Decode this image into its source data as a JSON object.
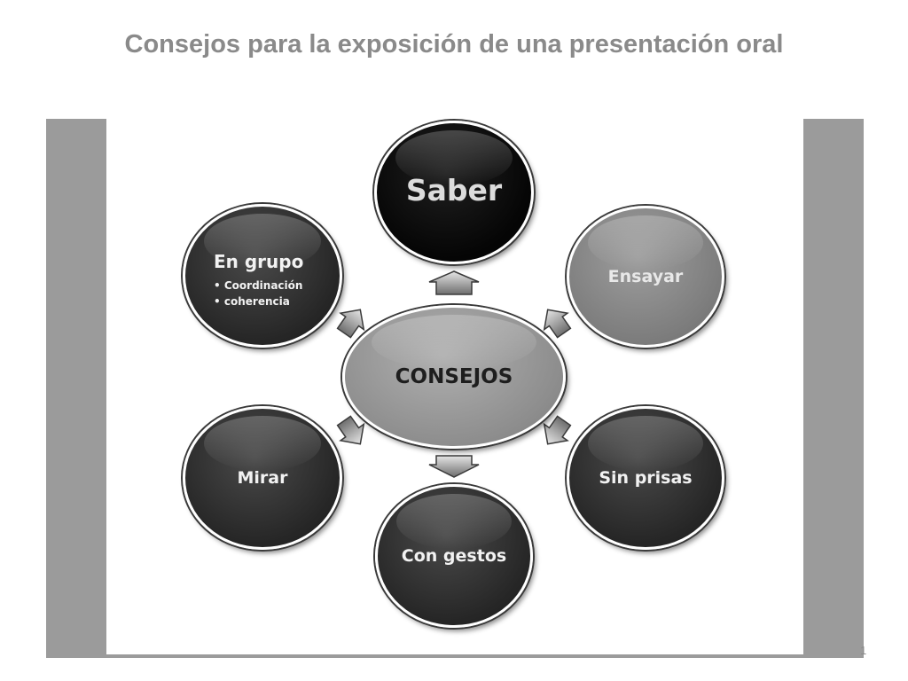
{
  "slide": {
    "title": "Consejos para la exposición de una presentación oral",
    "page_number": "1"
  },
  "diagram": {
    "center": {
      "label": "CONSEJOS"
    },
    "nodes": [
      {
        "id": "saber",
        "label": "Saber",
        "shade": "black"
      },
      {
        "id": "ensayar",
        "label": "Ensayar",
        "shade": "mid"
      },
      {
        "id": "sin-prisas",
        "label": "Sin prisas",
        "shade": "dark"
      },
      {
        "id": "con-gestos",
        "label": "Con gestos",
        "shade": "dark"
      },
      {
        "id": "mirar",
        "label": "Mirar",
        "shade": "dark"
      },
      {
        "id": "en-grupo",
        "label": "En grupo",
        "shade": "dark",
        "items": [
          "Coordinación",
          "coherencia"
        ]
      }
    ]
  },
  "colors": {
    "title": "#8a8a8a",
    "frame": "#9b9b9b",
    "node_dark": "#2a2a2a",
    "node_black": "#0a0a0a",
    "node_mid": "#808080",
    "center": "#929292"
  }
}
